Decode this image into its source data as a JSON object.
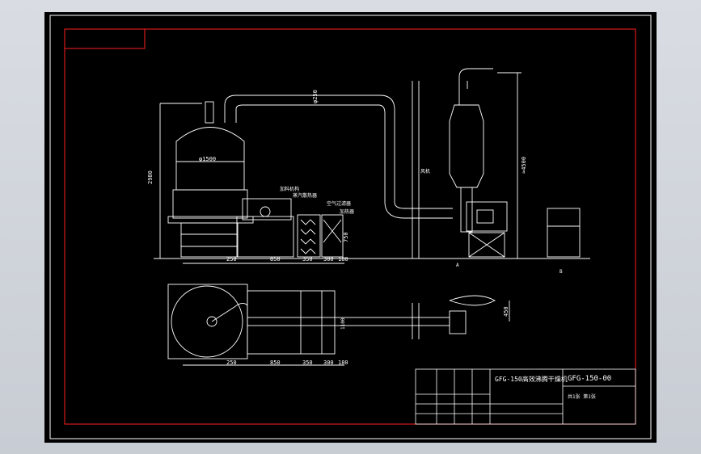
{
  "app": {
    "viewport_bg": "#cfd3d9",
    "canvas_bg": "#000000"
  },
  "colors": {
    "frame": "#ffffff",
    "border": "#ff2020",
    "lines": "#ffffff",
    "dims": "#ffffff"
  },
  "title_block": {
    "drawing_name": "GFG-150高效沸腾干燥机",
    "drawing_number": "GFG-150-00",
    "scale_note": "共1张 第1张"
  },
  "dimensions": {
    "height_total": "2980",
    "diameter_main": "φ1500",
    "diameter_duct": "φ250",
    "cyclone_height": "≈4500",
    "width_lower": "750",
    "offset_left": "250",
    "plan_850": "850",
    "plan_350": "350",
    "plan_300": "300",
    "plan_180": "180",
    "plan_450": "450",
    "plan_1100": "1100",
    "dim_750": "750"
  },
  "labels": {
    "motor": "加料机构",
    "filter": "蒸汽散热器",
    "air_in": "空气过滤器",
    "heater": "加热器",
    "fan_note": "风机",
    "tag_a": "A",
    "tag_b": "B"
  }
}
